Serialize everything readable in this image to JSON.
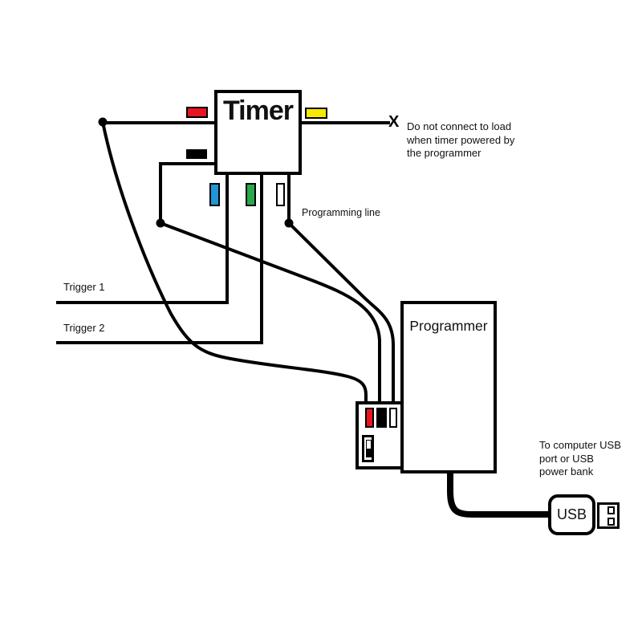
{
  "labels": {
    "timer": "Timer",
    "programmer": "Programmer",
    "usb": "USB",
    "trigger_1": "Trigger 1",
    "trigger_2": "Trigger 2",
    "programming_line": "Programming line",
    "x_marker": "X",
    "load_warning": "Do not connect to load\nwhen timer powered by\nthe programmer",
    "usb_note": "To computer USB\nport or USB\npower bank"
  },
  "colors": {
    "wire": "#000000",
    "red_terminal": "#e8151f",
    "yellow_terminal": "#f4ea00",
    "blue_terminal": "#2196d6",
    "green_terminal": "#2ba84d",
    "black_terminal": "#000000",
    "white_terminal": "#ffffff"
  },
  "icons": {
    "usb_plug": "usb-plug-icon",
    "junction_dot": "junction-dot-icon"
  }
}
